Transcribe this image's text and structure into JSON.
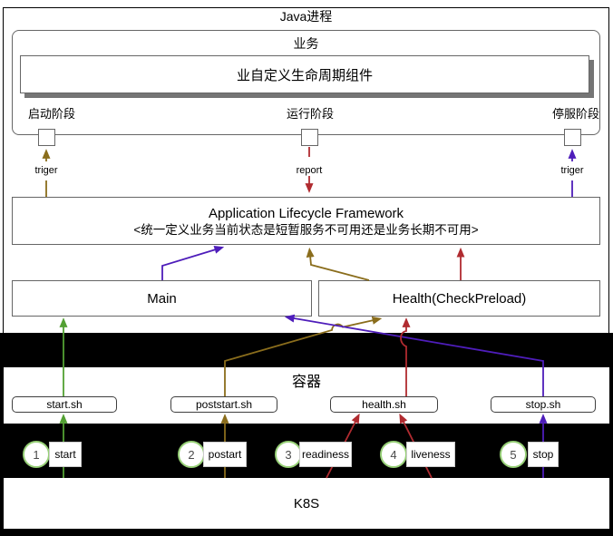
{
  "java_process": {
    "title": "Java进程",
    "business": {
      "title": "业务",
      "component": "业自定义生命周期组件"
    },
    "phases": [
      {
        "label": "启动阶段",
        "signal": "triger"
      },
      {
        "label": "运行阶段",
        "signal": "report"
      },
      {
        "label": "停服阶段",
        "signal": "triger"
      }
    ],
    "alf": {
      "title": "Application Lifecycle Framework",
      "subtitle": "<统一定义业务当前状态是短暂服务不可用还是业务长期不可用>"
    },
    "threads": [
      {
        "label": "Main"
      },
      {
        "label": "Health(CheckPreload)"
      }
    ]
  },
  "container": {
    "title": "容器",
    "scripts": [
      "start.sh",
      "poststart.sh",
      "health.sh",
      "stop.sh"
    ]
  },
  "probes": [
    {
      "num": "1",
      "label": "start"
    },
    {
      "num": "2",
      "label": "postart"
    },
    {
      "num": "3",
      "label": "readiness"
    },
    {
      "num": "4",
      "label": "liveness"
    },
    {
      "num": "5",
      "label": "stop"
    }
  ],
  "k8s": {
    "title": "K8S"
  },
  "colors": {
    "green": "#53A033",
    "olive": "#8A6D1C",
    "red": "#B02B30",
    "purple": "#4E1DBA",
    "badge_green": "#97D077",
    "box_border_gray": "#666666"
  }
}
